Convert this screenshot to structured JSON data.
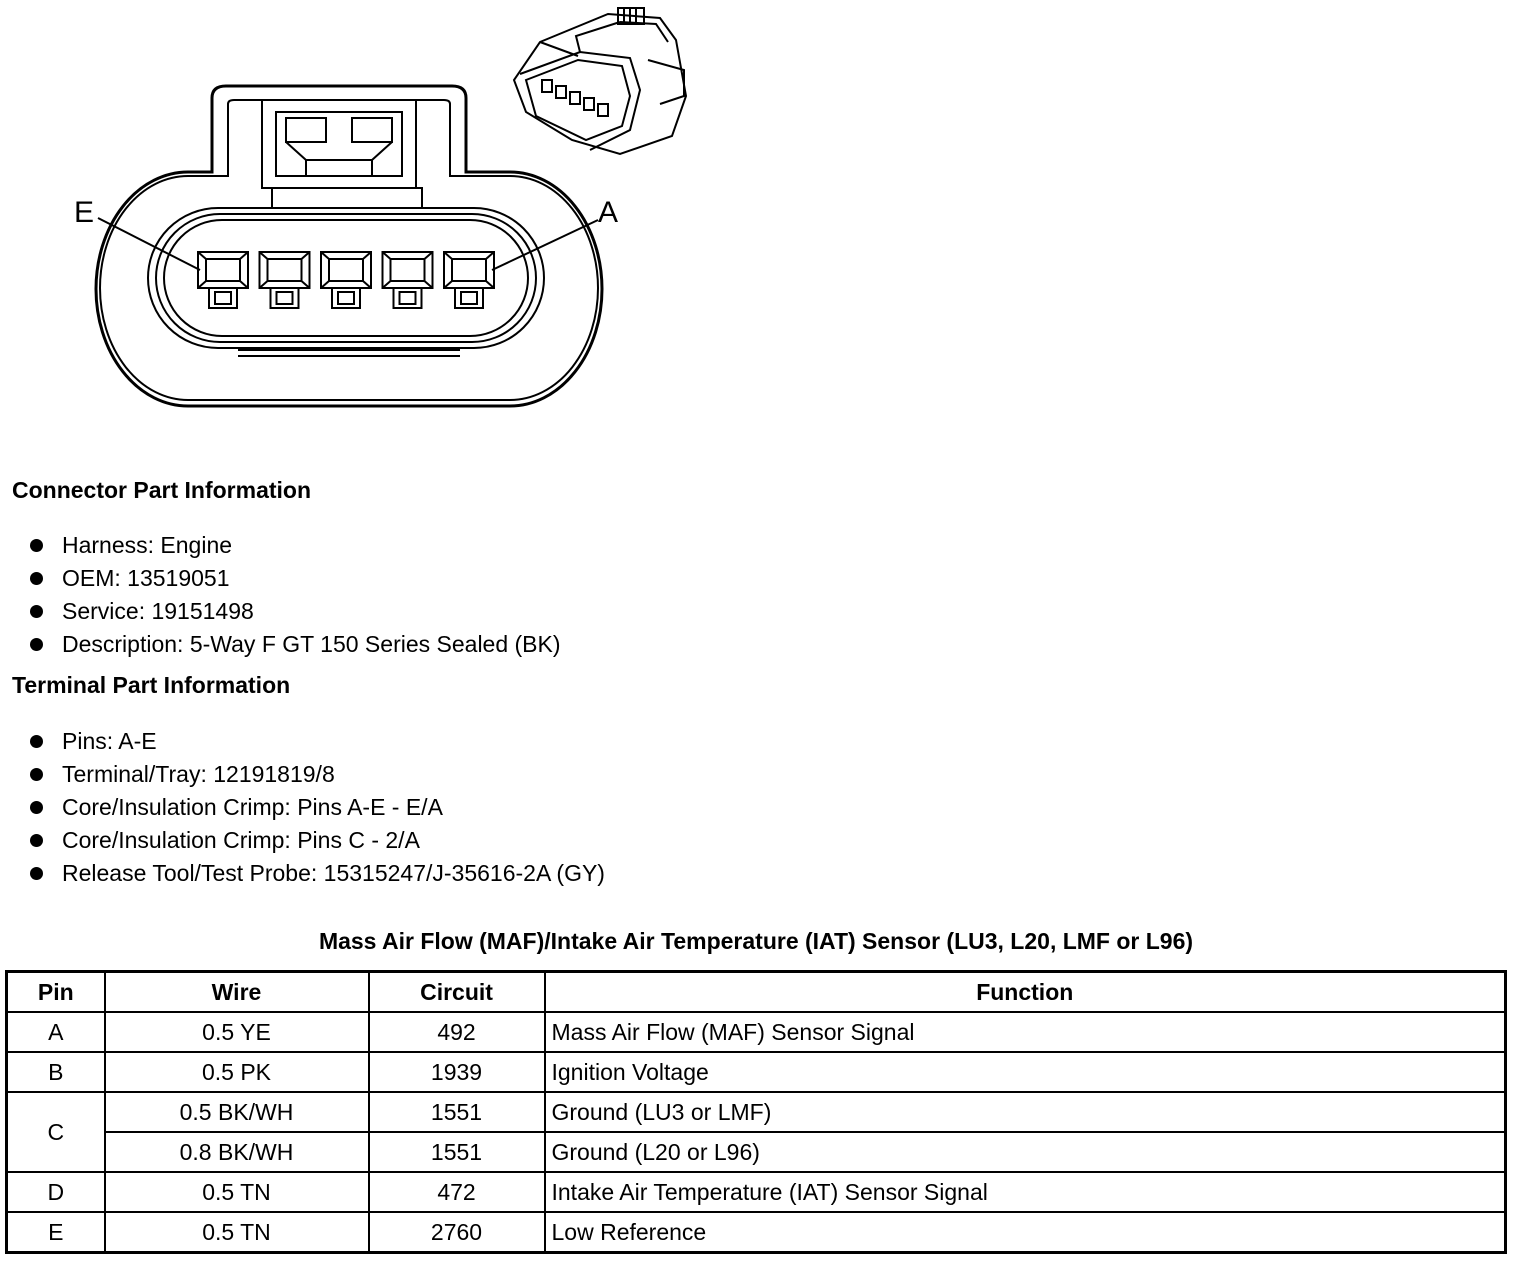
{
  "diagram": {
    "pin_labels": {
      "left": "E",
      "right": "A"
    },
    "cavities": 5
  },
  "connector_info": {
    "heading": "Connector Part Information",
    "items": [
      "Harness: Engine",
      "OEM: 13519051",
      "Service: 19151498",
      "Description: 5-Way F GT 150 Series Sealed (BK)"
    ]
  },
  "terminal_info": {
    "heading": "Terminal Part Information",
    "items": [
      "Pins: A-E",
      "Terminal/Tray: 12191819/8",
      "Core/Insulation Crimp: Pins A-E - E/A",
      "Core/Insulation Crimp: Pins C - 2/A",
      "Release Tool/Test Probe: 15315247/J-35616-2A (GY)"
    ]
  },
  "table": {
    "title": "Mass Air Flow (MAF)/Intake Air Temperature (IAT) Sensor (LU3, L20, LMF or L96)",
    "headers": {
      "pin": "Pin",
      "wire": "Wire",
      "circuit": "Circuit",
      "function": "Function"
    },
    "rows": [
      {
        "pin": "A",
        "wire": "0.5 YE",
        "circuit": "492",
        "function": "Mass Air Flow (MAF) Sensor Signal"
      },
      {
        "pin": "B",
        "wire": "0.5 PK",
        "circuit": "1939",
        "function": "Ignition Voltage"
      },
      {
        "pin": "C",
        "wire": "0.5 BK/WH",
        "circuit": "1551",
        "function": "Ground (LU3 or LMF)"
      },
      {
        "pin": "",
        "wire": "0.8 BK/WH",
        "circuit": "1551",
        "function": "Ground (L20 or L96)"
      },
      {
        "pin": "D",
        "wire": "0.5 TN",
        "circuit": "472",
        "function": "Intake Air Temperature (IAT) Sensor Signal"
      },
      {
        "pin": "E",
        "wire": "0.5 TN",
        "circuit": "2760",
        "function": "Low Reference"
      }
    ]
  }
}
